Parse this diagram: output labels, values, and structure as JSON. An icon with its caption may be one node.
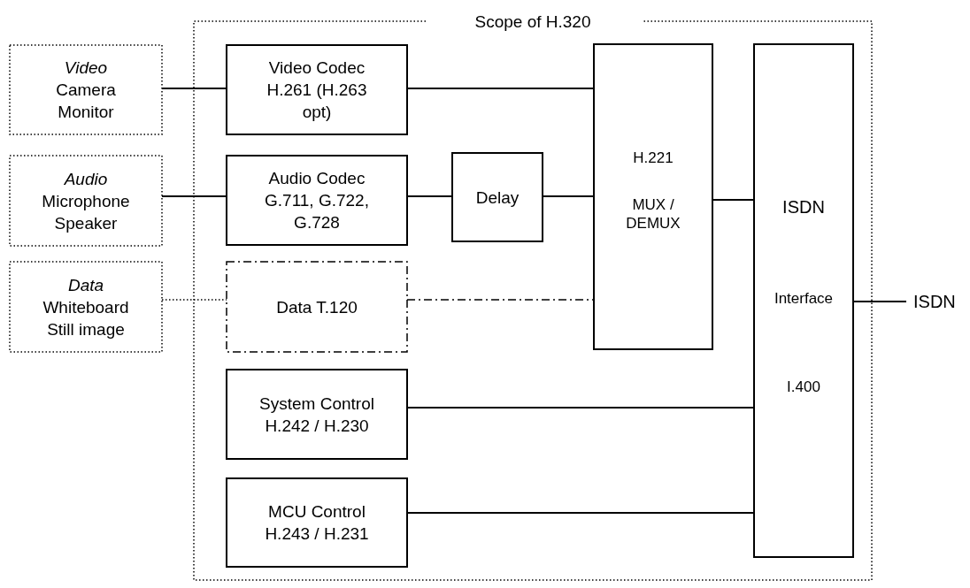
{
  "diagram": {
    "nodes": [
      {
        "text": [
          "Scope of H.320"
        ]
      },
      {
        "text": [
          "Video",
          "Camera Monitor"
        ]
      },
      {
        "text": [
          "Audio",
          "Microphone Speaker"
        ]
      },
      {
        "text": [
          "Data",
          "Whiteboard Still image"
        ]
      },
      {
        "text": [
          "Video Codec H.261 (H.263 opt)"
        ],
        "in": 0
      },
      {
        "text": [
          "Audio Codec G.711, G.722, G.728"
        ],
        "in": 0
      },
      {
        "text": [
          "Delay"
        ],
        "in": 0
      },
      {
        "text": [
          "Data T.120"
        ],
        "in": 0
      },
      {
        "text": [
          "H.221",
          "MUX / DEMUX"
        ],
        "in": 0
      },
      {
        "text": [
          "ISDN",
          "Interface",
          "I.400"
        ],
        "in": 0
      },
      {
        "text": [
          "System Control H.242 / H.230"
        ],
        "in": 0
      },
      {
        "text": [
          "MCU Control H.243 / H.231"
        ],
        "in": 0
      },
      {
        "text": [
          "ISDN"
        ]
      }
    ],
    "edges": [
      {
        "from": 1,
        "to": 4,
        "arrow": "none"
      },
      {
        "from": 2,
        "to": 5,
        "arrow": "none"
      },
      {
        "from": 3,
        "to": 7,
        "arrow": "none",
        "style": "dashed"
      },
      {
        "from": 4,
        "to": 8,
        "arrow": "none"
      },
      {
        "from": 5,
        "to": 6,
        "arrow": "none"
      },
      {
        "from": 6,
        "to": 8,
        "arrow": "none"
      },
      {
        "from": 7,
        "to": 8,
        "arrow": "none",
        "style": "dashed"
      },
      {
        "from": 8,
        "to": 9,
        "arrow": "none"
      },
      {
        "from": 10,
        "to": 9,
        "arrow": "none"
      },
      {
        "from": 11,
        "to": 9,
        "arrow": "none"
      },
      {
        "from": 9,
        "to": 12,
        "arrow": "none"
      }
    ]
  }
}
